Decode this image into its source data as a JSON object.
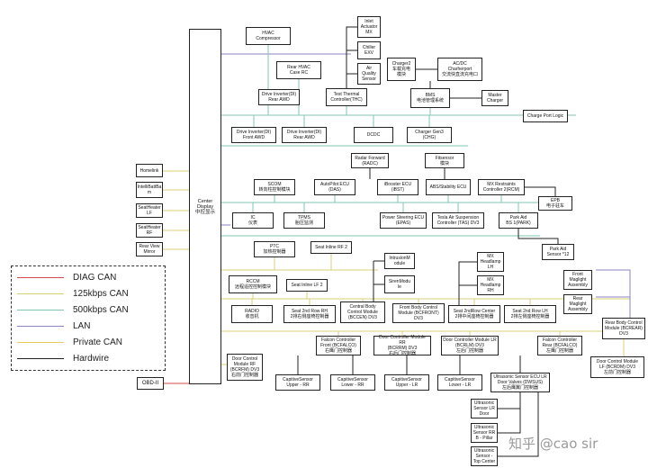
{
  "colors": {
    "diag": "#d64a4a",
    "can125": "#d9d07a",
    "can500": "#7fc7b3",
    "lan": "#8a86c2",
    "private": "#e8c95a",
    "hardwire": "#222222"
  },
  "legend": [
    {
      "label": "DIAG CAN",
      "color": "#d64a4a"
    },
    {
      "label": "125kbps CAN",
      "color": "#d9d07a"
    },
    {
      "label": "500kbps CAN",
      "color": "#7fc7b3"
    },
    {
      "label": "LAN",
      "color": "#8a86c2"
    },
    {
      "label": "Private CAN",
      "color": "#e8c95a"
    },
    {
      "label": "Hardwire",
      "color": "#222222"
    }
  ],
  "watermark": "知乎 @cao sir",
  "nodes": {
    "center_display": "Center Display\n中控显示",
    "hvac_compressor": "HVAC\nCompressor",
    "rear_hvac": "Rear HVAC\nCase RC",
    "inlet_actuator": "Inlet\nActuator\nMX",
    "chiller_exv": "Chiller\nEXV",
    "air_quality": "Air\nQuality\nSensor",
    "thermal_controller": "Test Thermal\nController(THC)",
    "charger2": "Charger2\n车载充电\n模块",
    "acdc_charger": "AC/DC\nCharherport\n交流快直流充电口",
    "bms": "BMS\n电池管理系统",
    "master_charger": "Master\nCharger",
    "drive_inverter_rear": "Drive Inverter(DI)\nRear AWD",
    "charge_port_logic": "Charge Port Logic",
    "drive_inverter_front": "Drive Inverter(DI)\nFront AWD",
    "drive_inverter_rear2": "Drive Inverter(DI)\nRear AWD",
    "dcdc": "DCDC",
    "charger_gen3": "Charger Gen3\n(CHG)",
    "homelink": "Homelink",
    "intellibattery": "IntelliBattBa\nm",
    "seat_heater_lf": "SeatHeater\nLF",
    "seat_heater_rf": "SeatHeater\nRF",
    "rear_view_mirror": "Rear View\nMirror",
    "radar_forward": "Radar Forward\n(RADC)",
    "fitsensor": "Fitsensor\n模块",
    "scom": "SCOM\n转向柱控制模块",
    "autopilot_ecu": "AutoPilot ECU\n(DAS)",
    "ibooster": "iBooster ECU\n(iBST)",
    "abs_esp": "ABS/Stability ECU",
    "mx_restraints": "MX Restraints\nController 2(RCM)",
    "epb": "EPB\n电子驻车",
    "ic": "IC\n仪表",
    "tpms": "TPMS\n胎压监测",
    "power_steering": "Power Steering ECU\n(EPAS)",
    "air_suspension": "Tesla Air Suspension\nController (TAS) DV3",
    "park_aid": "Park Aid\nBS 1(PARK)",
    "park_aid_sensor": "Park Aid\nSensor *12",
    "ptc": "PTC\n加热控制器",
    "seat_inline_rf2": "Seat Inline RF 2",
    "intrusion_module": "IntrusionM\nodule",
    "rccm": "RCCM\n远程遥控控制模块",
    "seat_inline_lf2": "Seat Inline LF 2",
    "siren_module": "SirenModu\nle",
    "mx_headlamp_lh": "MX\nHeadlamp\nLH",
    "mx_headlamp_rh": "MX\nHeadlamp\nRH",
    "front_maglight": "Front\nMaglight\nAssembly",
    "rear_maglight": "Rear\nMaglight\nAssembly",
    "radio": "RADIO\n收音机",
    "seat_2nd_row_rh": "Seat 2nd Row RH\n2排右侧座椅控制器",
    "central_body": "Central Body\nControl Module\n(BCCEN) DV3",
    "front_body": "Front Body Control\nModule (BCFRONT)\nDV3",
    "seat_2nd_row_center": "Seat 2ndRow Center\n2排中间座椅控制器",
    "seat_2nd_row_lh": "Seat 2nd Row LH\n2排左侧座椅控制器",
    "rear_body": "Rear Body Control\nModule (BCREAR)\nDV3",
    "door_rf": "Door Control\nModule RF\n(BCRFM) DV3\n右前门控制器",
    "falcon_rear_rt": "Falcon Controller\nFront (BCFALCO)\n右鹰门控制器",
    "door_rr": "Door Controller Module RR\n(BCRRM) DV3\n右后门控制器",
    "door_lr": "Door Controller Module LR\n(BCRLM) DV3\n左后门控制器",
    "falcon_rear_lt": "Falcon Controller\nRear (BCFALCO)\n左鹰门控制器",
    "door_lf": "Door Control Module\nLF (BCRDM) DV3\n左前门控制器",
    "obd": "OBD-II",
    "cap_upper_rr": "CapitiveSensor\nUpper - RR",
    "cap_lower_rr": "CapitiveSensor\nLower - RR",
    "cap_upper_lr": "CapitiveSensor\nUpper - LR",
    "cap_lower_lr": "CapitiveSensor\nLower - LR",
    "ultrasonic_ecu": "Ultrasonic Sensor ECU LR\nDoor Valves (DWSUS)\n左后鹰翼门控制器",
    "ultra_lr_door": "Ultrasonic\nSensor LR\nDoor",
    "ultra_rr_pillar": "Ultrasonic\nSensor RR\nB - Pillar",
    "ultra_top_center": "Ultrasonic\nSensor -\nTop Center"
  }
}
